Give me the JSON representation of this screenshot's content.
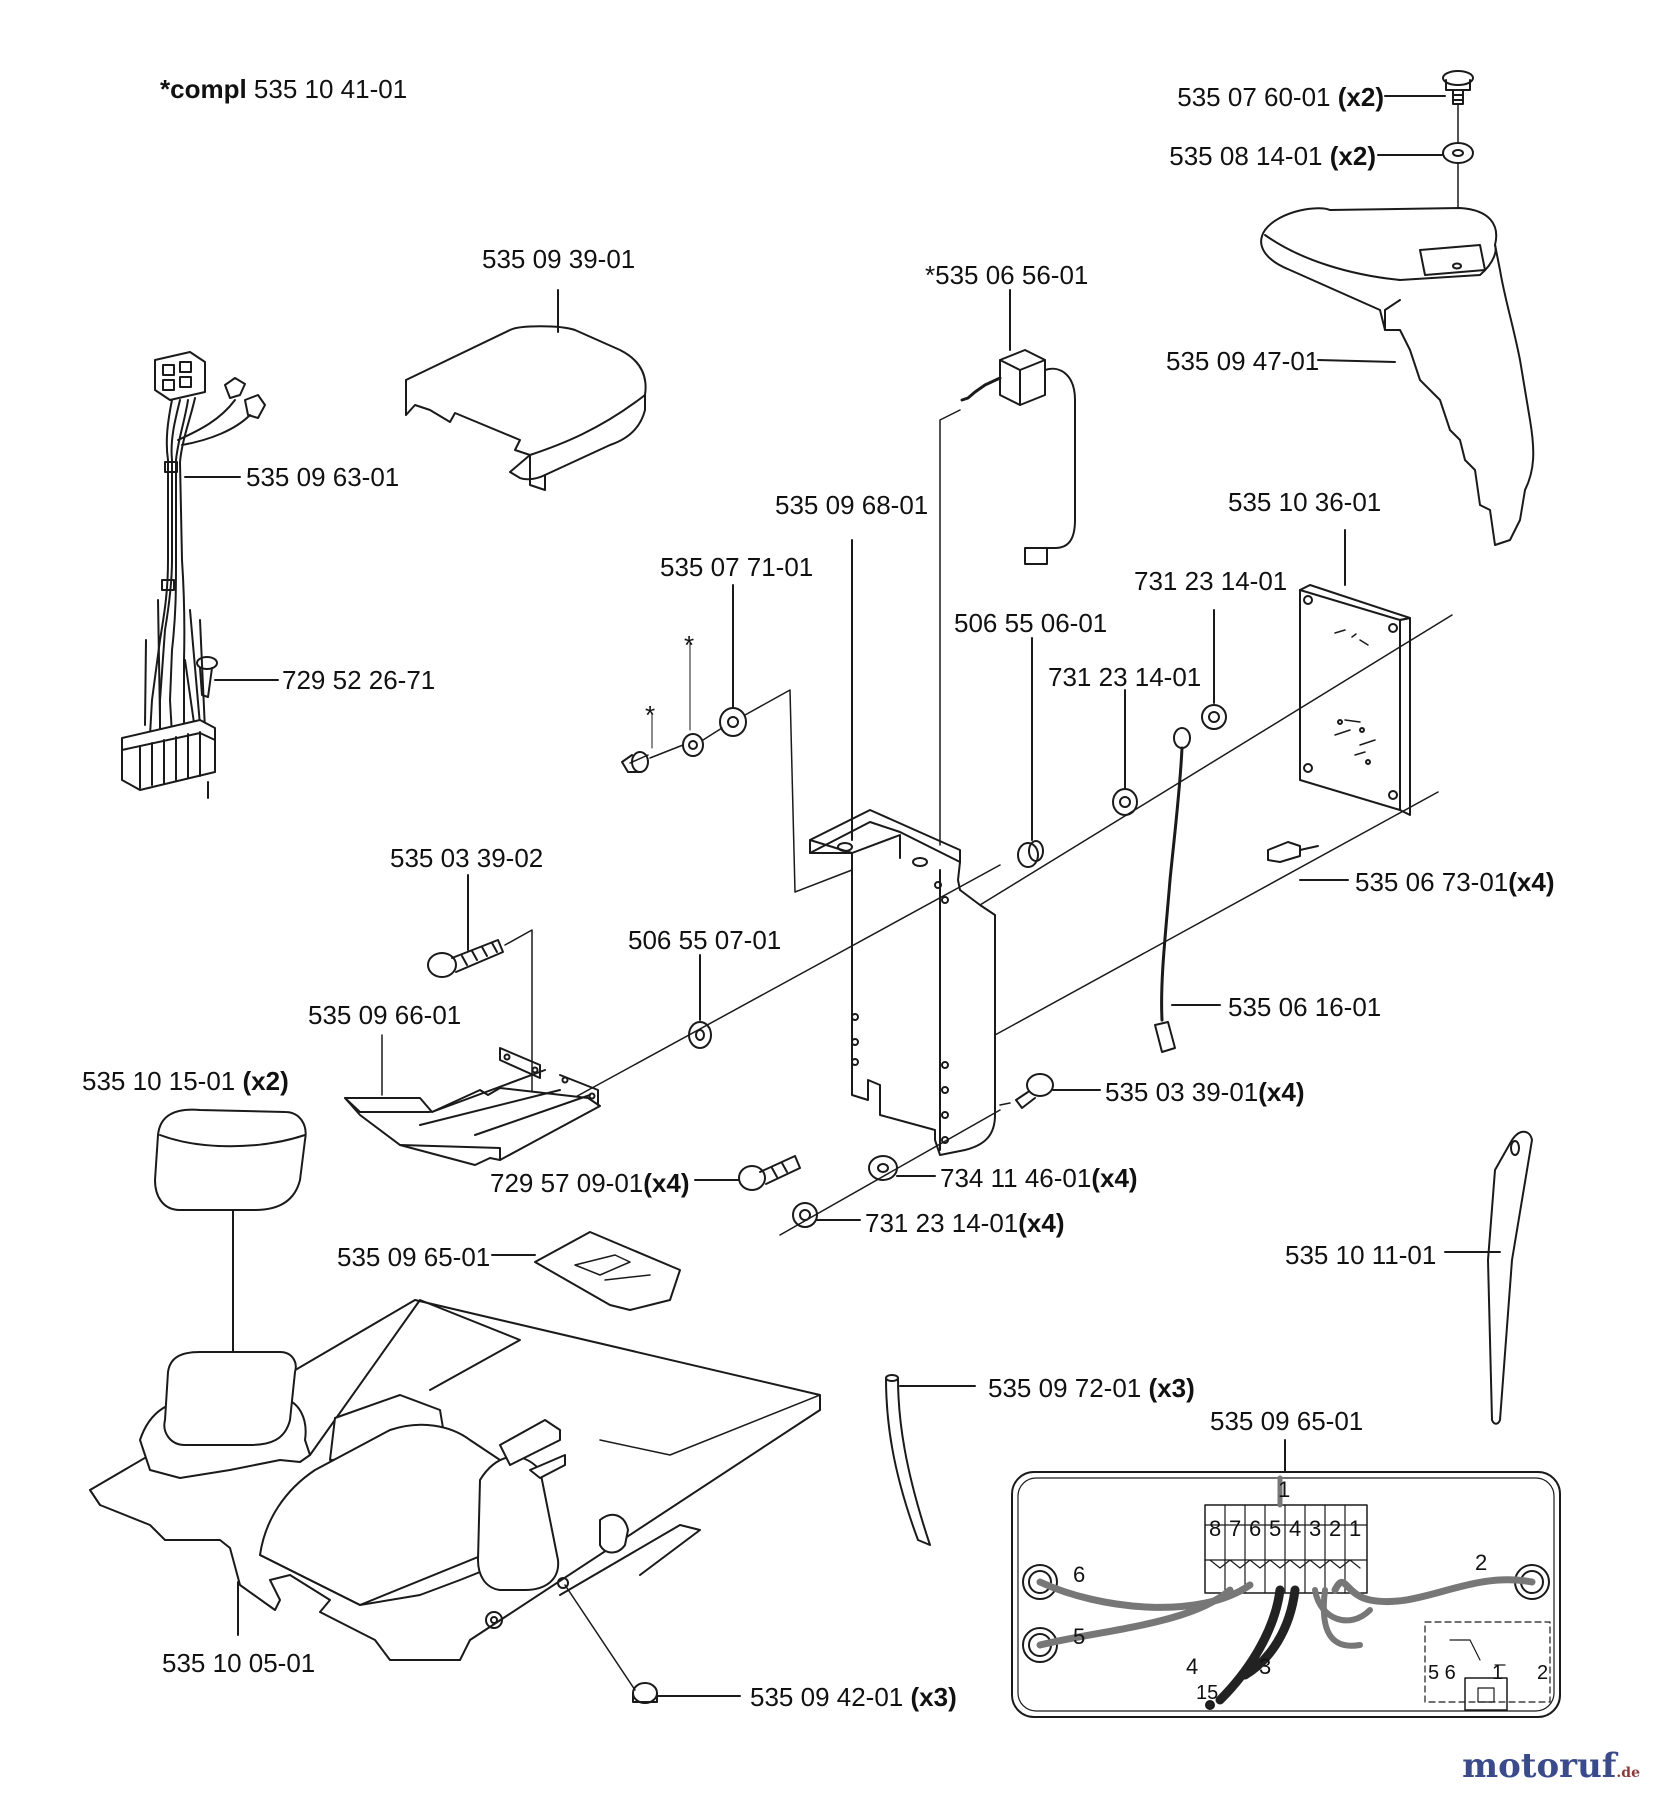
{
  "header": {
    "prefix": "*compl",
    "part": "535 10 41-01"
  },
  "labels": {
    "screw_top": {
      "part": "535 07 60-01",
      "qty": "(x2)"
    },
    "washer_top": {
      "part": "535 08 14-01",
      "qty": "(x2)"
    },
    "cover_box": "535 09 39-01",
    "switch": "*535 06 56-01",
    "top_cover": "535 09 47-01",
    "cable_harness": "535 09 63-01",
    "bracket": "535 09 68-01",
    "circuit_board": "535 10 36-01",
    "washer_stack": "535 07 71-01",
    "nut_a": "731 23 14-01",
    "spacer_a": "506 55 06-01",
    "nut_b": "731 23 14-01",
    "screw_small": "729 52 26-71",
    "standoff": {
      "part": "535 06 73-01",
      "qty": "(x4)"
    },
    "bolt": "535 03 39-02",
    "spacer_b": "506 55 07-01",
    "ground_wire": "535 06 16-01",
    "plate": "535 09 66-01",
    "screw_bracket": {
      "part": "535 03 39-01",
      "qty": "(x4)"
    },
    "knob": {
      "part": "535 10 15-01",
      "qty": "(x2)"
    },
    "screw_long": {
      "part": "729 57 09-01",
      "qty": "(x4)"
    },
    "washer_b": {
      "part": "734 11 46-01",
      "qty": "(x4)"
    },
    "nut_c": {
      "part": "731 23 14-01",
      "qty": "(x4)"
    },
    "label_plate": "535 09 65-01",
    "tool": "535 10 11-01",
    "tube": {
      "part": "535 09 72-01",
      "qty": "(x3)"
    },
    "wiring_detail": "535 09 65-01",
    "base": "535 10 05-01",
    "plug": {
      "part": "535 09 42-01",
      "qty": "(x3)"
    },
    "star_a": "*",
    "star_b": "*"
  },
  "wiring": {
    "terminals": [
      "8",
      "7",
      "6",
      "5",
      "4",
      "3",
      "2",
      "1"
    ],
    "wire_1": "1",
    "wire_2": "2",
    "wire_3": "3",
    "wire_4": "4",
    "wire_5": "5",
    "wire_6": "6",
    "pin_15": "15",
    "inset_5_6": "5 6",
    "inset_1": "1",
    "inset_2": "2"
  },
  "watermark": {
    "name": "motoruf",
    "tld": ".de"
  }
}
